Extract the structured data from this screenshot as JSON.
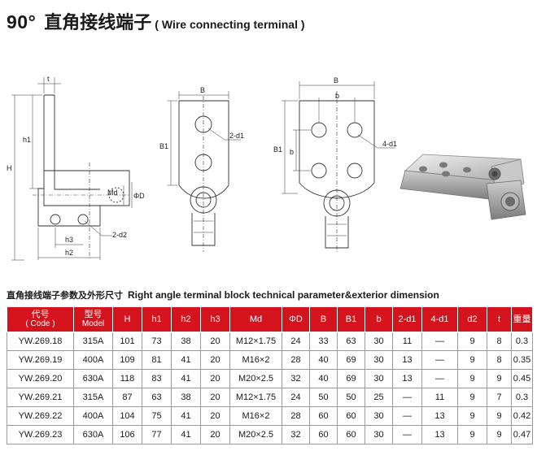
{
  "header": {
    "degree": "90°",
    "title_cn": "直角接线端子",
    "title_en": "( Wire connecting terminal )"
  },
  "drawing": {
    "side_labels": [
      "t",
      "h1",
      "H",
      "Md",
      "ΦD",
      "2-d2",
      "h3",
      "h2"
    ],
    "front_labels": [
      "B",
      "B1",
      "2-d1"
    ],
    "four_hole_labels": [
      "B",
      "b",
      "B1",
      "b",
      "4-d1"
    ]
  },
  "section": {
    "title_cn": "直角接线端子参数及外形尺寸",
    "title_en": "Right angle terminal block technical parameter&exterior dimension"
  },
  "table": {
    "columns": [
      {
        "top": "代号",
        "sub": "( Code )"
      },
      {
        "top": "型号",
        "sub": "Model"
      },
      {
        "top": "H",
        "sub": ""
      },
      {
        "top": "h1",
        "sub": ""
      },
      {
        "top": "h2",
        "sub": ""
      },
      {
        "top": "h3",
        "sub": ""
      },
      {
        "top": "Md",
        "sub": ""
      },
      {
        "top": "ΦD",
        "sub": ""
      },
      {
        "top": "B",
        "sub": ""
      },
      {
        "top": "B1",
        "sub": ""
      },
      {
        "top": "b",
        "sub": ""
      },
      {
        "top": "2-d1",
        "sub": ""
      },
      {
        "top": "4-d1",
        "sub": ""
      },
      {
        "top": "d2",
        "sub": ""
      },
      {
        "top": "t",
        "sub": ""
      },
      {
        "top": "重量",
        "sub": ""
      }
    ],
    "rows": [
      [
        "YW.269.18",
        "315A",
        "101",
        "73",
        "38",
        "20",
        "M12×1.75",
        "24",
        "33",
        "63",
        "30",
        "11",
        "—",
        "9",
        "8",
        "0.3"
      ],
      [
        "YW.269.19",
        "400A",
        "109",
        "81",
        "41",
        "20",
        "M16×2",
        "28",
        "40",
        "69",
        "30",
        "13",
        "—",
        "9",
        "8",
        "0.35"
      ],
      [
        "YW.269.20",
        "630A",
        "118",
        "83",
        "41",
        "20",
        "M20×2.5",
        "32",
        "40",
        "69",
        "30",
        "13",
        "—",
        "9",
        "9",
        "0.45"
      ],
      [
        "YW.269.21",
        "315A",
        "87",
        "63",
        "38",
        "20",
        "M12×1.75",
        "24",
        "50",
        "50",
        "25",
        "—",
        "11",
        "9",
        "7",
        "0.3"
      ],
      [
        "YW.269.22",
        "400A",
        "104",
        "75",
        "41",
        "20",
        "M16×2",
        "28",
        "60",
        "60",
        "30",
        "—",
        "13",
        "9",
        "9",
        "0.42"
      ],
      [
        "YW.269.23",
        "630A",
        "106",
        "77",
        "41",
        "20",
        "M20×2.5",
        "32",
        "60",
        "60",
        "30",
        "—",
        "13",
        "9",
        "9",
        "0.47"
      ]
    ]
  }
}
